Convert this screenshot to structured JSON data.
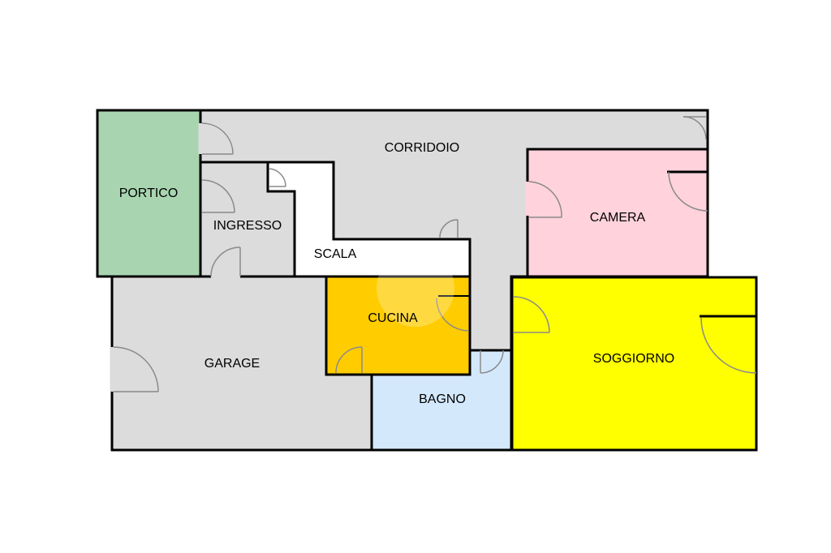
{
  "colors": {
    "portico": "#a8d5b0",
    "gray": "#dcdcdc",
    "scala": "#ffffff",
    "camera": "#ffd2dc",
    "cucina": "#ffcc00",
    "soggiorno": "#ffff00",
    "bagno": "#d4e8fb",
    "wall": "#000000"
  },
  "rooms": {
    "portico": "PORTICO",
    "corridoio": "CORRIDOIO",
    "ingresso": "INGRESSO",
    "scala": "SCALA",
    "camera": "CAMERA",
    "cucina": "CUCINA",
    "garage": "GARAGE",
    "bagno": "BAGNO",
    "soggiorno": "SOGGIORNO"
  }
}
